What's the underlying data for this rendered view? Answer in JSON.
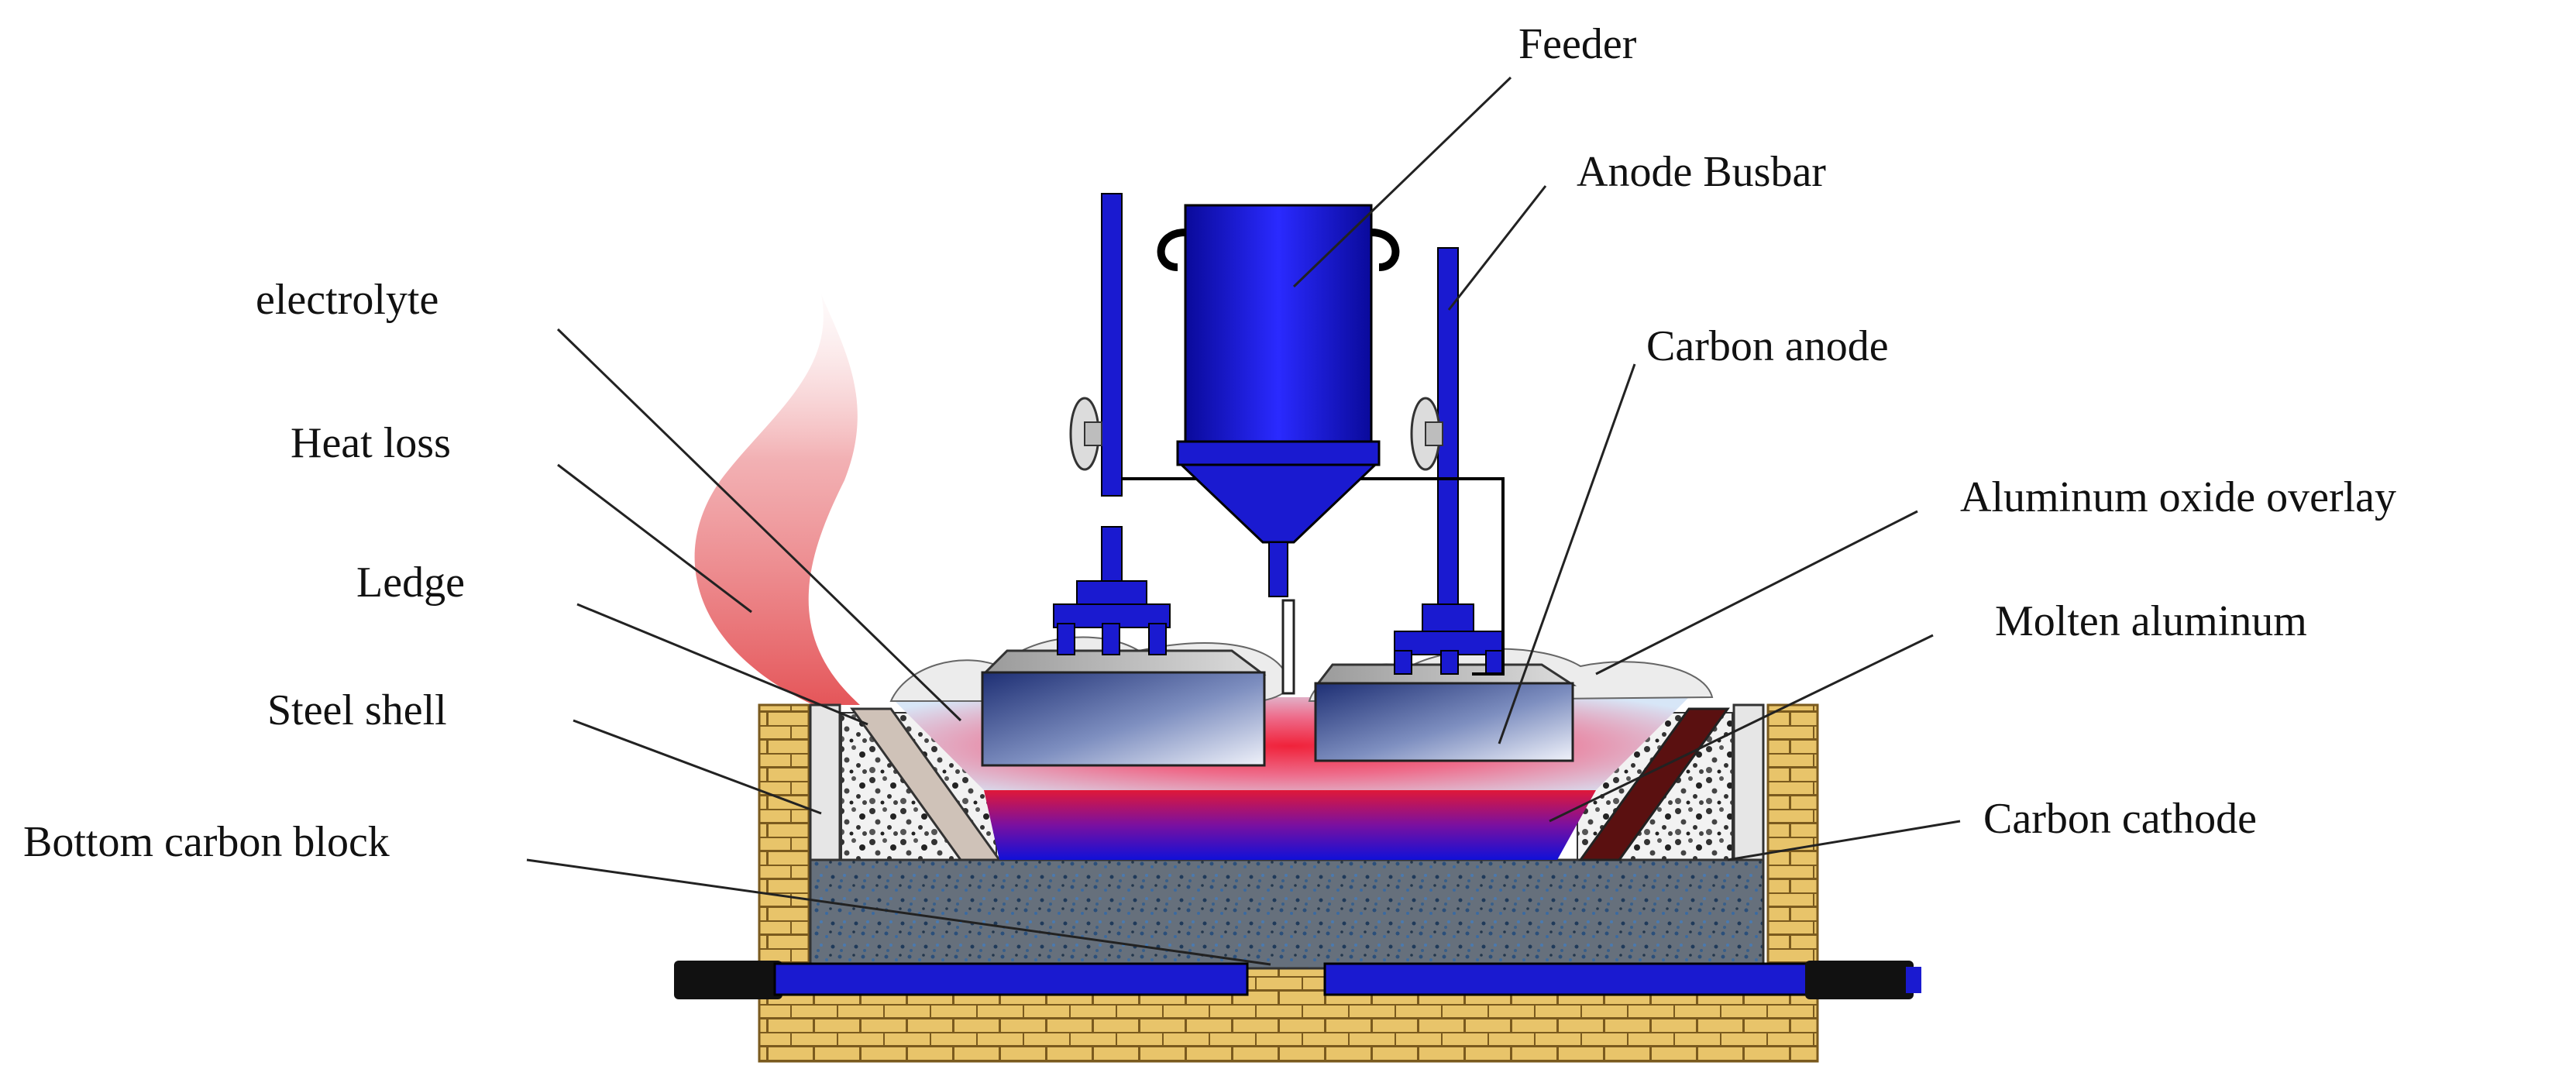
{
  "labels": {
    "feeder": "Feeder",
    "anode_busbar": "Anode Busbar",
    "carbon_anode": "Carbon anode",
    "aluminum_oxide_overlay": "Aluminum oxide overlay",
    "molten_aluminum": "Molten aluminum",
    "carbon_cathode": "Carbon cathode",
    "electrolyte": "electrolyte",
    "heat_loss": "Heat loss",
    "ledge": "Ledge",
    "steel_shell": "Steel shell",
    "bottom_carbon_block": "Bottom carbon block"
  },
  "colors": {
    "brick": "#e8c46a",
    "brick_mortar": "#7a5a1e",
    "steel_blue": "#1a1ad0",
    "anode_dark": "#2a3a7a",
    "heat": "#e0383c",
    "cathode_gray": "#6a7480",
    "ledge_fill": "#c8c8c8"
  }
}
